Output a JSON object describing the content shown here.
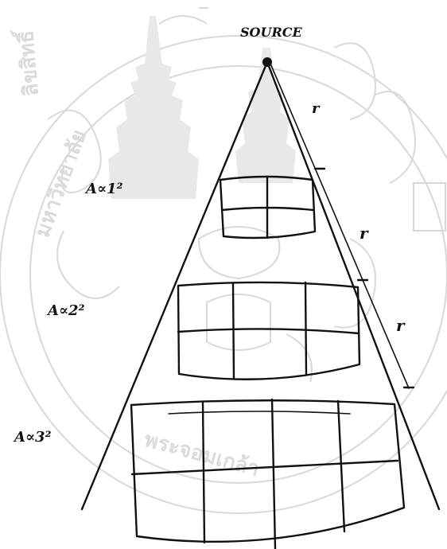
{
  "diagram": {
    "source_label": "SOURCE",
    "distance_labels": [
      "r",
      "r",
      "r"
    ],
    "area_labels": [
      "A∝1²",
      "A∝2²",
      "A∝3²"
    ]
  },
  "colors": {
    "ink": "#111111",
    "watermark": "#d4d4d4",
    "background": "#ffffff"
  }
}
